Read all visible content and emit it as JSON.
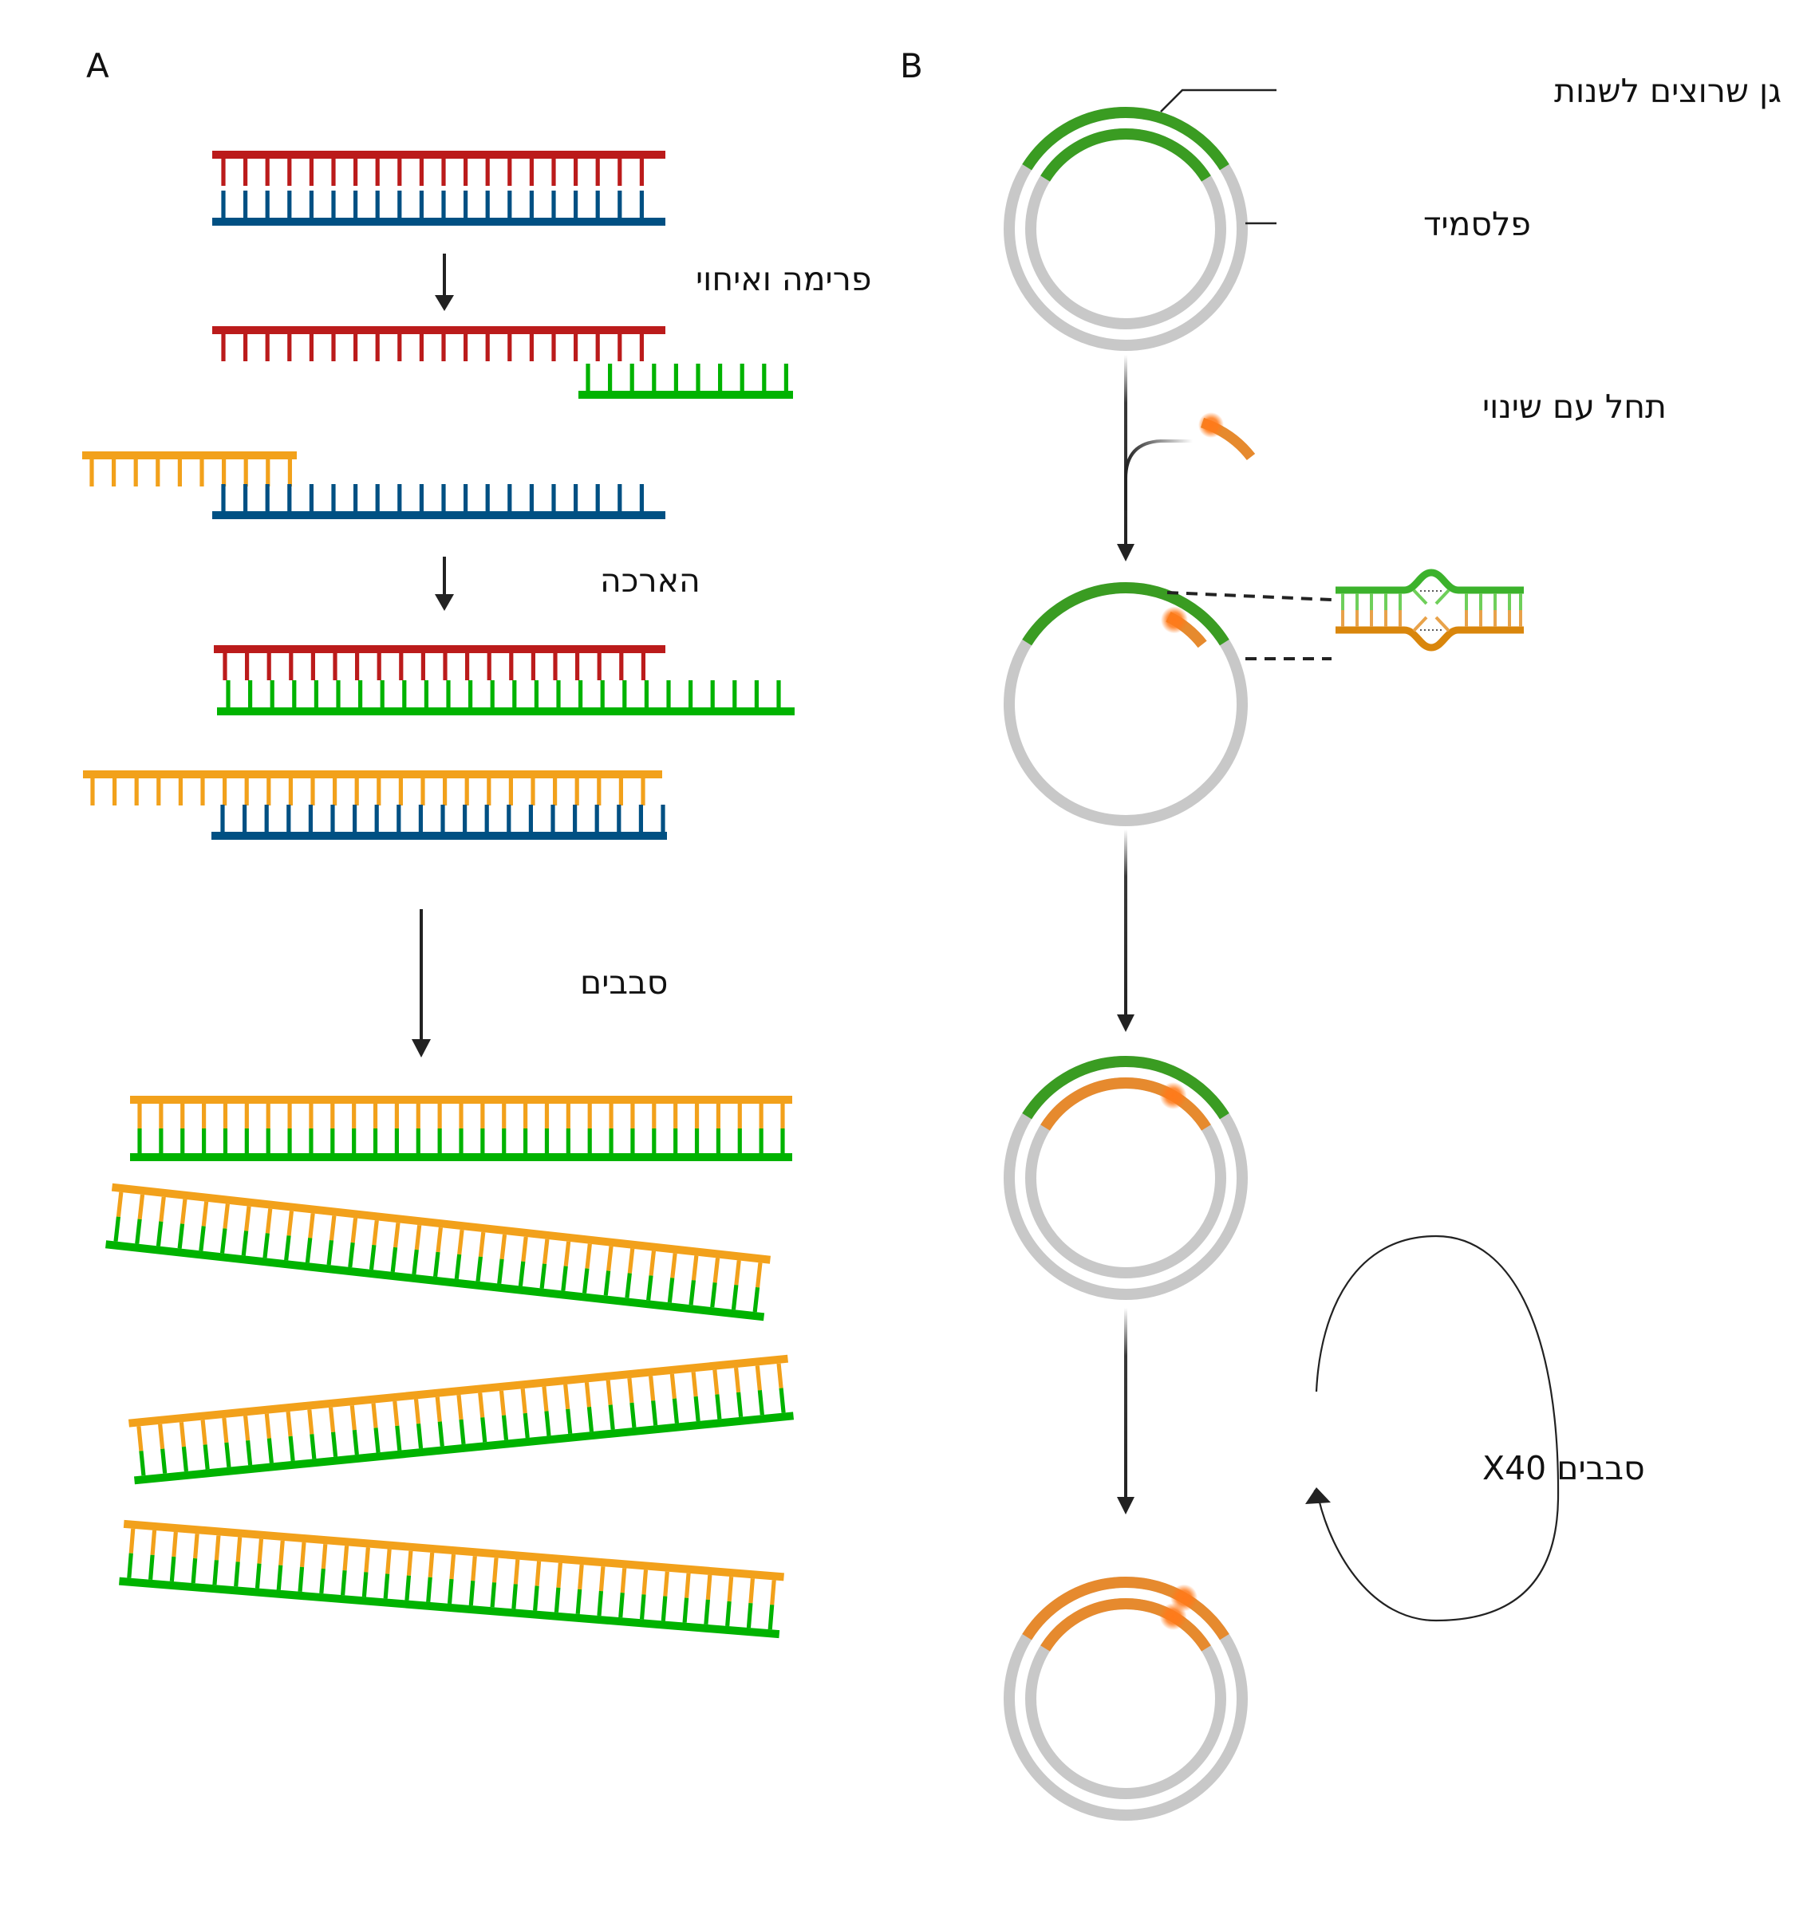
{
  "panels": {
    "a_label": "A",
    "b_label": "B"
  },
  "panel_a": {
    "steps": {
      "denature_anneal": "פרימה ואיחוי",
      "extension": "הארכה",
      "cycles": "סבבים"
    },
    "strand_colors": {
      "template_top": "#bb1b1b",
      "template_bottom": "#005083",
      "primer_green": "#00b300",
      "primer_orange": "#f2a11b"
    }
  },
  "panel_b": {
    "labels": {
      "gene_to_modify": "גן שרוצים לשנות",
      "plasmid": "פלסמיד",
      "mutant_primer": "תחל עם שינוי",
      "cycles_repeat": "סבבים X40"
    },
    "colors": {
      "plasmid": "#c8c8c8",
      "gene": "#3a9c22",
      "primer": "#e68a2e",
      "mutation": "#ff7a1a",
      "bubble_green": "#3cb22c",
      "bubble_orange": "#d9860c"
    }
  }
}
